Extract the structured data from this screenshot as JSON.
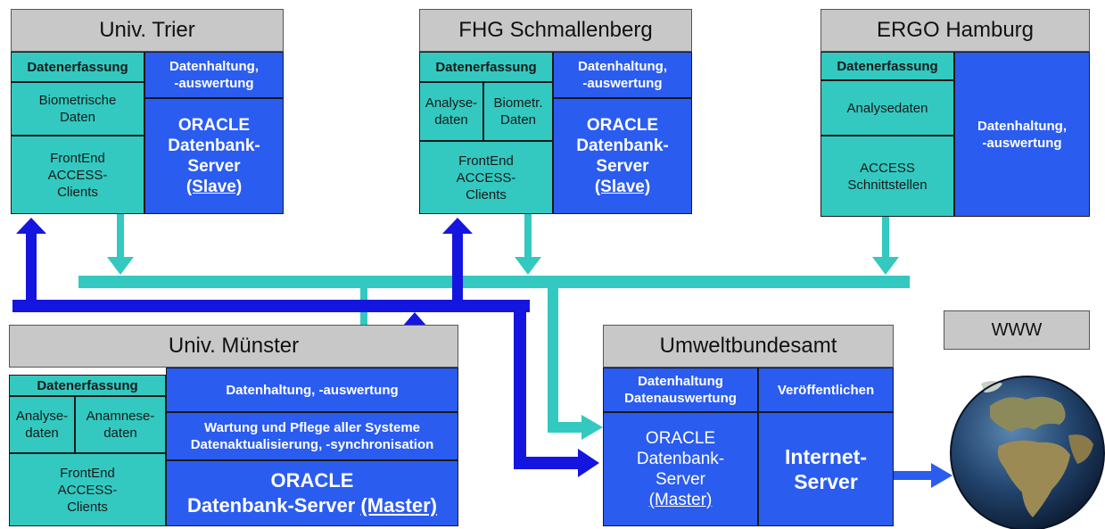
{
  "colors": {
    "teal": "#33c9c0",
    "blue": "#2b5cf0",
    "dark_blue": "#1515e0",
    "gray": "#c8c8c8"
  },
  "trier": {
    "title": "Univ. Trier",
    "erfassung": "Datenerfassung",
    "haltung": "Datenhaltung,\n-auswertung",
    "biometrische": "Biometrische\nDaten",
    "frontend": "FrontEnd\nACCESS-\nClients",
    "server": "ORACLE\nDatenbank-\nServer",
    "slave": "(Slave)"
  },
  "fhg": {
    "title": "FHG Schmallenberg",
    "erfassung": "Datenerfassung",
    "haltung": "Datenhaltung,\n-auswertung",
    "analyse": "Analyse-\ndaten",
    "biometr": "Biometr.\nDaten",
    "frontend": "FrontEnd\nACCESS-\nClients",
    "server": "ORACLE\nDatenbank-\nServer",
    "slave": "(Slave)"
  },
  "ergo": {
    "title": "ERGO Hamburg",
    "erfassung": "Datenerfassung",
    "analyse": "Analysedaten",
    "access": "ACCESS\nSchnittstellen",
    "haltung": "Datenhaltung,\n-auswertung"
  },
  "muenster": {
    "title": "Univ. Münster",
    "erfassung": "Datenerfassung",
    "analyse": "Analyse-\ndaten",
    "anamnese": "Anamnese-\ndaten",
    "frontend": "FrontEnd\nACCESS-\nClients",
    "haltung": "Datenhaltung, -auswertung",
    "wartung": "Wartung und Pflege aller Systeme\nDatenaktualisierung, -synchronisation",
    "server": "ORACLE\nDatenbank-Server ",
    "master": "(Master)"
  },
  "uba": {
    "title": "Umweltbundesamt",
    "haltung": "Datenhaltung\nDatenauswertung",
    "veroeffentlichen": "Veröffentlichen",
    "server": "ORACLE\nDatenbank-\nServer",
    "master": "(Master)",
    "internet": "Internet-\nServer"
  },
  "www": {
    "label": "WWW"
  }
}
